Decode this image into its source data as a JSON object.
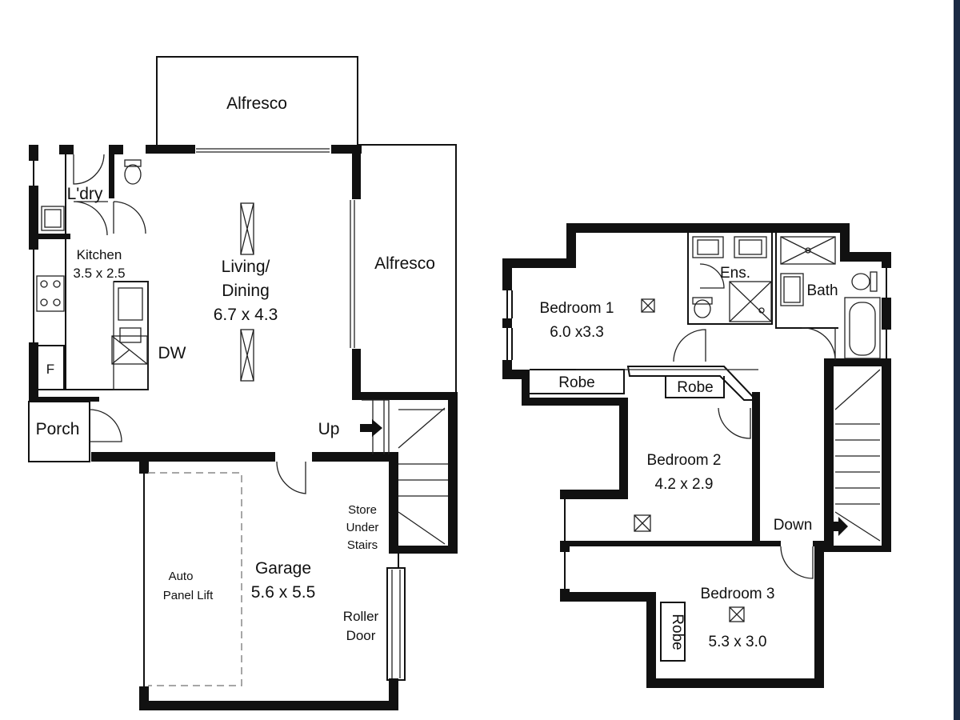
{
  "ground_floor": {
    "alfresco_top": "Alfresco",
    "alfresco_side": "Alfresco",
    "laundry": "L'dry",
    "kitchen_name": "Kitchen",
    "kitchen_size": "3.5 x 2.5",
    "living_name_1": "Living/",
    "living_name_2": "Dining",
    "living_size": "6.7 x 4.3",
    "dishwasher": "DW",
    "fridge": "F",
    "porch": "Porch",
    "stairs_up": "Up",
    "store_1": "Store",
    "store_2": "Under",
    "store_3": "Stairs",
    "garage_name": "Garage",
    "garage_size": "5.6 x 5.5",
    "auto_1": "Auto",
    "auto_2": "Panel Lift",
    "roller_1": "Roller",
    "roller_2": "Door"
  },
  "upper_floor": {
    "bedroom1_name": "Bedroom 1",
    "bedroom1_size": "6.0 x3.3",
    "ensuite": "Ens.",
    "bath": "Bath",
    "robe_1": "Robe",
    "robe_2": "Robe",
    "bedroom2_name": "Bedroom 2",
    "bedroom2_size": "4.2 x 2.9",
    "stairs_down": "Down",
    "bedroom3_name": "Bedroom 3",
    "bedroom3_size": "5.3 x 3.0",
    "robe_3": "Robe"
  },
  "colors": {
    "wall": "#111111",
    "frame_edge": "#1c2a44"
  }
}
